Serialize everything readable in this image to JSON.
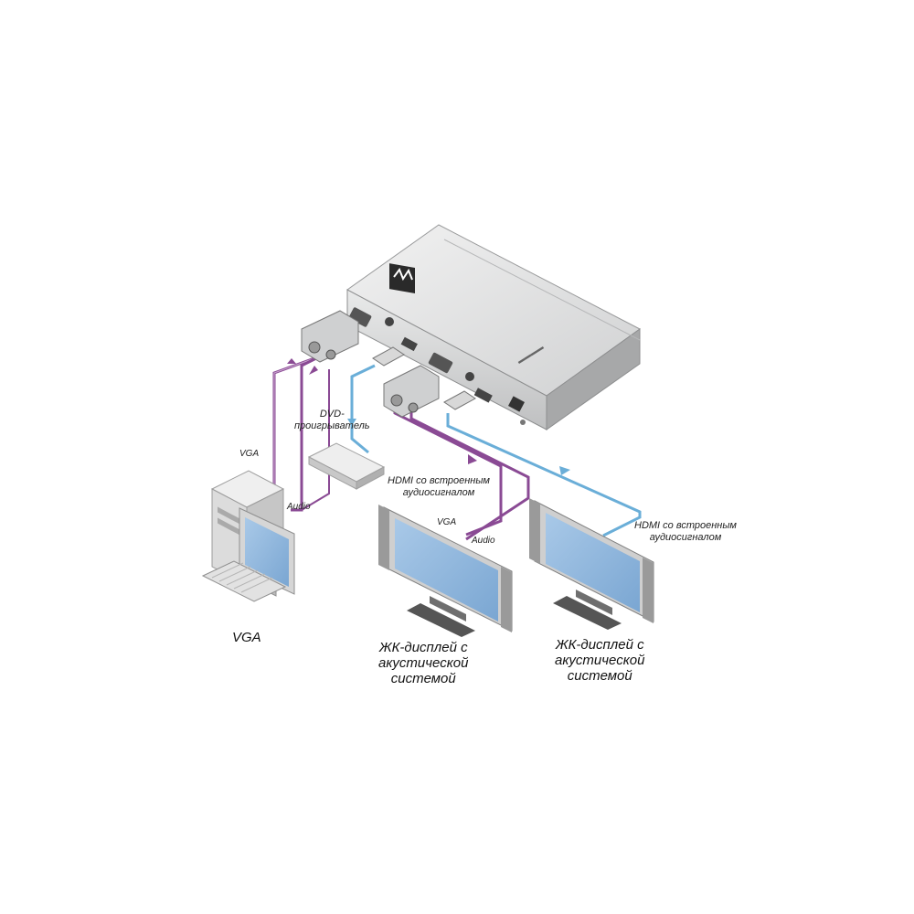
{
  "colors": {
    "vga_cable": "#8a4a94",
    "hdmi_cable": "#6aaed8",
    "device_body": "#d8d9da",
    "screen": "#8fb7dd"
  },
  "labels": {
    "vga_cable": "VGA",
    "audio_cable": "Audio",
    "dvd_line1": "DVD-",
    "dvd_line2": "проигрыватель",
    "hdmi_in_line1": "HDMI со встроенным",
    "hdmi_in_line2": "аудиосигналом",
    "vga_out": "VGA",
    "audio_out": "Audio",
    "hdmi_out_line1": "HDMI со встроенным",
    "hdmi_out_line2": "аудиосигналом",
    "source_caption": "VGA",
    "display1_line1": "ЖК-дисплей с",
    "display1_line2": "акустической",
    "display1_line3": "системой",
    "display2_line1": "ЖК-дисплей с",
    "display2_line2": "акустической",
    "display2_line3": "системой"
  }
}
